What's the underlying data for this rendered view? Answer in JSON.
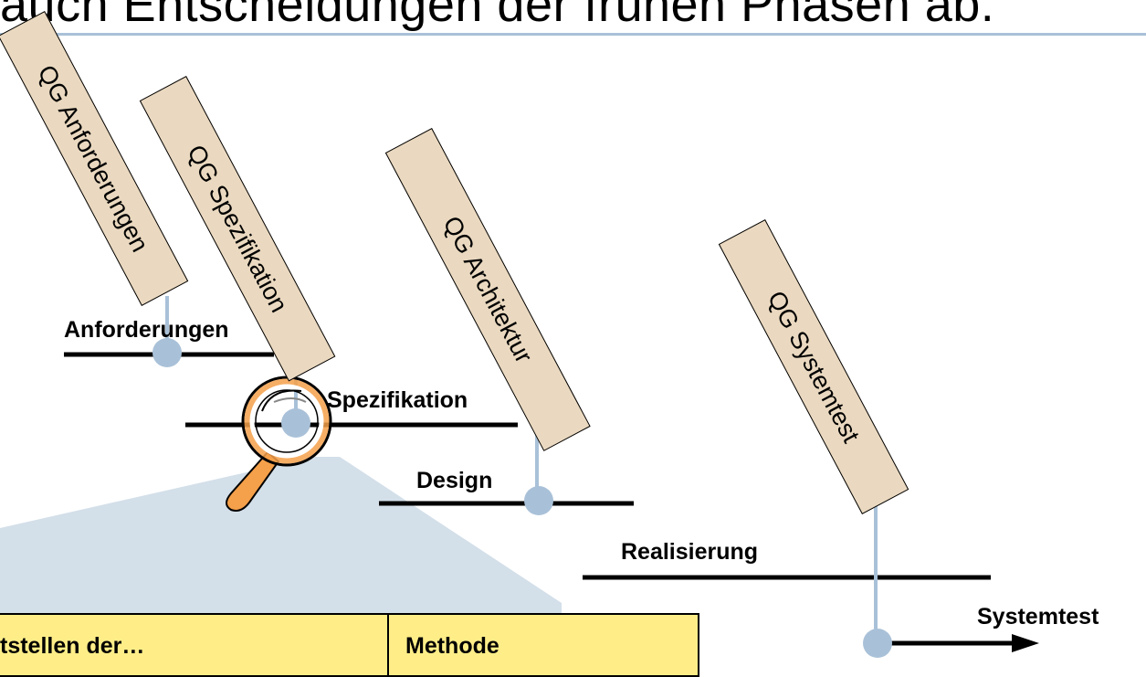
{
  "slide": {
    "title": "auch Entscheidungen der frühen Phasen ab."
  },
  "phases": [
    {
      "label": "Anforderungen"
    },
    {
      "label": "Spezifikation"
    },
    {
      "label": "Design"
    },
    {
      "label": "Realisierung"
    },
    {
      "label": "Systemtest"
    }
  ],
  "quality_gates": [
    {
      "label": "QG Anforderungen"
    },
    {
      "label": "QG Spezifikation"
    },
    {
      "label": "QG Architektur"
    },
    {
      "label": "QG Systemtest"
    }
  ],
  "table": {
    "col1_header": "tstellen der…",
    "col2_header": "Methode"
  },
  "colors": {
    "qg_box_fill": "#ead9c0",
    "connector": "#a9c1d8",
    "focus_cone": "#d3dfe9",
    "table_header_fill": "#ffee88",
    "magnifier_handle": "#f5a04a"
  }
}
